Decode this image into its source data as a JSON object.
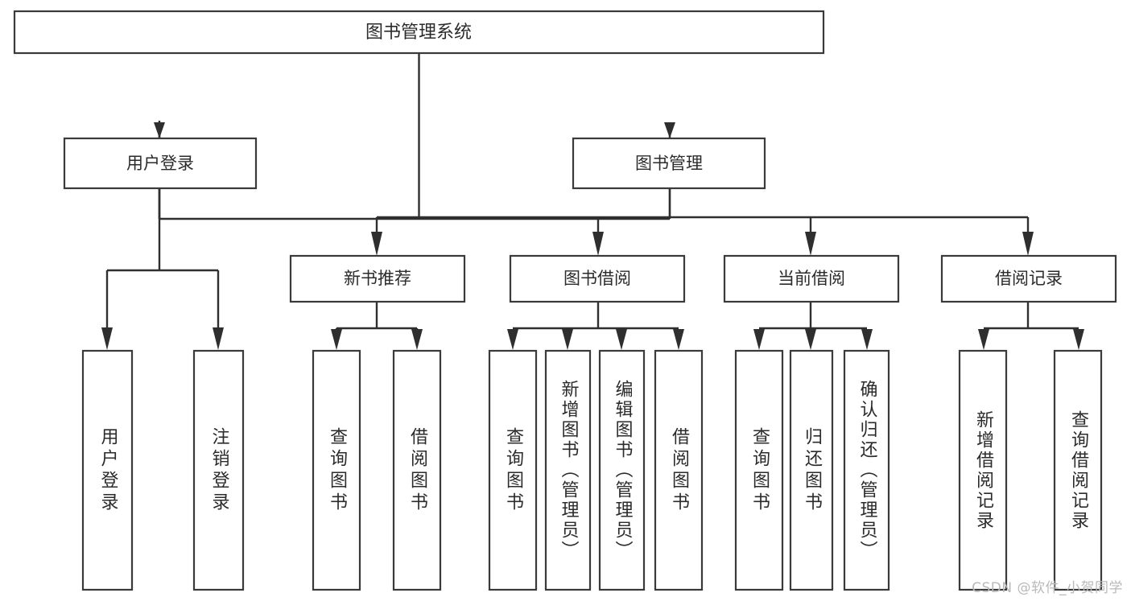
{
  "diagram": {
    "title": "图书管理系统",
    "type": "tree",
    "watermark": "CSDN @软件_小贺同学",
    "colors": {
      "box_border": "#3a3a3a",
      "connector": "#2f2f2f",
      "text": "#2b2b2b",
      "background": "#ffffff",
      "watermark": "#b9b9b9"
    },
    "levels": {
      "root": {
        "label": "图书管理系统"
      },
      "level1": [
        {
          "id": "user-login",
          "label": "用户登录"
        },
        {
          "id": "book-manage",
          "label": "图书管理"
        }
      ],
      "level2": [
        {
          "id": "new-book-recommend",
          "label": "新书推荐",
          "parent": "book-manage"
        },
        {
          "id": "book-borrow",
          "label": "图书借阅",
          "parent": "book-manage"
        },
        {
          "id": "current-borrow",
          "label": "当前借阅",
          "parent": "book-manage"
        },
        {
          "id": "borrow-record",
          "label": "借阅记录",
          "parent": "book-manage"
        }
      ],
      "leaves": [
        {
          "id": "leaf-user-login",
          "label": "用户登录",
          "parent": "user-login"
        },
        {
          "id": "leaf-logout-login",
          "label": "注销登录",
          "parent": "user-login"
        },
        {
          "id": "leaf-query-book-1",
          "label": "查询图书",
          "parent": "new-book-recommend"
        },
        {
          "id": "leaf-borrow-book-1",
          "label": "借阅图书",
          "parent": "new-book-recommend"
        },
        {
          "id": "leaf-query-book-2",
          "label": "查询图书",
          "parent": "book-borrow"
        },
        {
          "id": "leaf-add-book",
          "label": "新增图书（管理员）",
          "parent": "book-borrow"
        },
        {
          "id": "leaf-edit-book",
          "label": "编辑图书（管理员）",
          "parent": "book-borrow"
        },
        {
          "id": "leaf-borrow-book-2",
          "label": "借阅图书",
          "parent": "book-borrow"
        },
        {
          "id": "leaf-query-book-3",
          "label": "查询图书",
          "parent": "current-borrow"
        },
        {
          "id": "leaf-return-book",
          "label": "归还图书",
          "parent": "current-borrow"
        },
        {
          "id": "leaf-confirm-return",
          "label": "确认归还（管理员）",
          "parent": "current-borrow"
        },
        {
          "id": "leaf-add-record",
          "label": "新增借阅记录",
          "parent": "borrow-record"
        },
        {
          "id": "leaf-query-record",
          "label": "查询借阅记录",
          "parent": "borrow-record"
        }
      ]
    }
  }
}
